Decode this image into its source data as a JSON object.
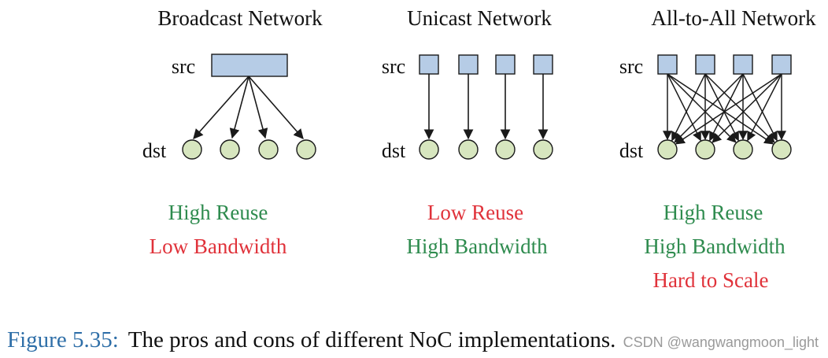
{
  "colors": {
    "node_fill": "#d7e6bf",
    "src_fill": "#b6cce6",
    "stroke": "#1a1a1a",
    "green": "#2e8b4e",
    "red": "#e0323a",
    "caption_blue": "#2f6fa8"
  },
  "labels": {
    "src": "src",
    "dst": "dst"
  },
  "panels": [
    {
      "title": "Broadcast Network",
      "props": [
        {
          "text": "High Reuse",
          "tone": "green"
        },
        {
          "text": "Low Bandwidth",
          "tone": "red"
        }
      ]
    },
    {
      "title": "Unicast Network",
      "props": [
        {
          "text": "Low Reuse",
          "tone": "red"
        },
        {
          "text": "High Bandwidth",
          "tone": "green"
        }
      ]
    },
    {
      "title": "All-to-All Network",
      "props": [
        {
          "text": "High Reuse",
          "tone": "green"
        },
        {
          "text": "High Bandwidth",
          "tone": "green"
        },
        {
          "text": "Hard to Scale",
          "tone": "red"
        }
      ]
    }
  ],
  "caption": {
    "number": "Figure 5.35:",
    "text": "The pros and cons of different NoC implementations."
  },
  "watermark": "CSDN @wangwangmoon_light"
}
